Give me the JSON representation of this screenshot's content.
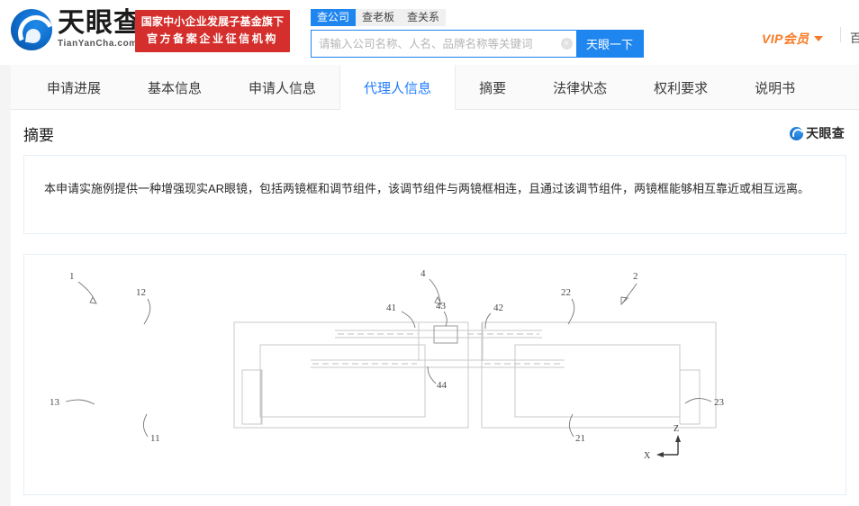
{
  "header": {
    "logo": {
      "cn": "天眼查",
      "en": "TianYanCha.com",
      "icon": "tianyancha-logo-icon"
    },
    "gov_badge": {
      "line1": "国家中小企业发展子基金旗下",
      "line2": "官方备案企业征信机构"
    },
    "search": {
      "tabs": [
        {
          "label": "查公司",
          "active": true
        },
        {
          "label": "查老板",
          "active": false
        },
        {
          "label": "查关系",
          "active": false
        }
      ],
      "placeholder": "请输入公司名称、人名、品牌名称等关键词",
      "value": "",
      "clear_icon": "×",
      "button_label": "天眼一下"
    },
    "vip_label": "VIP会员",
    "tail_label": "百度"
  },
  "nav": {
    "tabs": [
      {
        "label": "申请进展",
        "active": false
      },
      {
        "label": "基本信息",
        "active": false
      },
      {
        "label": "申请人信息",
        "active": false
      },
      {
        "label": "代理人信息",
        "active": true
      },
      {
        "label": "摘要",
        "active": false
      },
      {
        "label": "法律状态",
        "active": false
      },
      {
        "label": "权利要求",
        "active": false
      },
      {
        "label": "说明书",
        "active": false
      }
    ]
  },
  "section": {
    "title": "摘要",
    "watermark": "天眼查",
    "abstract": "本申请实施例提供一种增强现实AR眼镜，包括两镜框和调节组件，该调节组件与两镜框相连，且通过该调节组件，两镜框能够相互靠近或相互远离。"
  },
  "figure": {
    "callouts": {
      "c1": "1",
      "c2": "2",
      "c4": "4",
      "c11": "11",
      "c12": "12",
      "c13": "13",
      "c21": "21",
      "c22": "22",
      "c23": "23",
      "c41": "41",
      "c42": "42",
      "c43": "43",
      "c44": "44"
    },
    "axis": {
      "z": "Z",
      "x": "X"
    }
  },
  "colors": {
    "brand_blue": "#1f86f0",
    "active_tab_blue": "#1f7cff",
    "badge_red": "#d42f2c",
    "vip_orange": "#f77b26",
    "panel_border": "#e6eef6",
    "page_bg": "#f4f4f4"
  }
}
